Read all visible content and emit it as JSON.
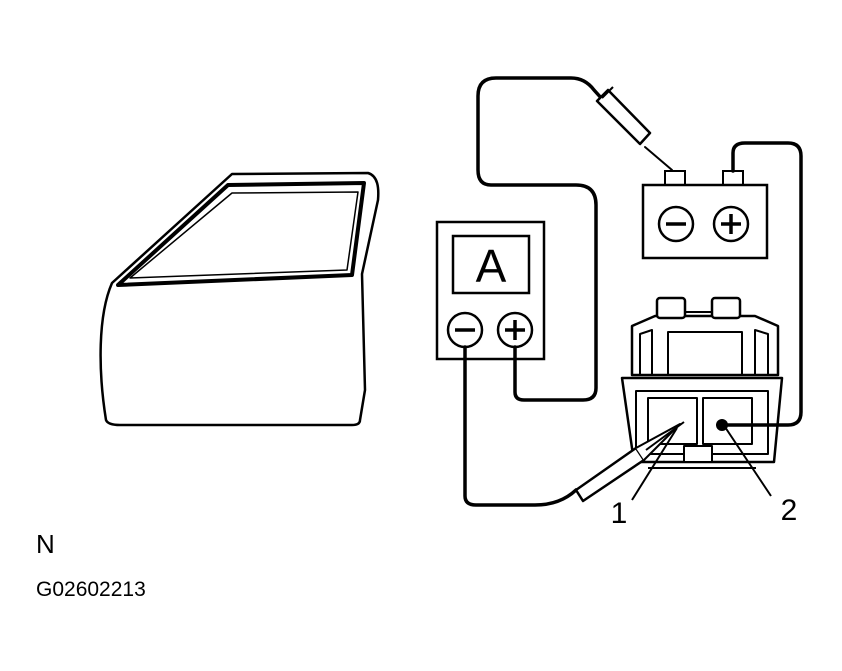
{
  "diagram": {
    "ammeter_label": "A",
    "callout_1": "1",
    "callout_2": "2",
    "corner_letter": "N",
    "figure_code": "G02602213"
  },
  "icons": {
    "meter_negative": "minus-in-circle",
    "meter_positive": "plus-in-circle",
    "battery_negative": "minus-in-circle",
    "battery_positive": "plus-in-circle"
  },
  "colors": {
    "ink": "#000000",
    "paper": "#ffffff"
  }
}
